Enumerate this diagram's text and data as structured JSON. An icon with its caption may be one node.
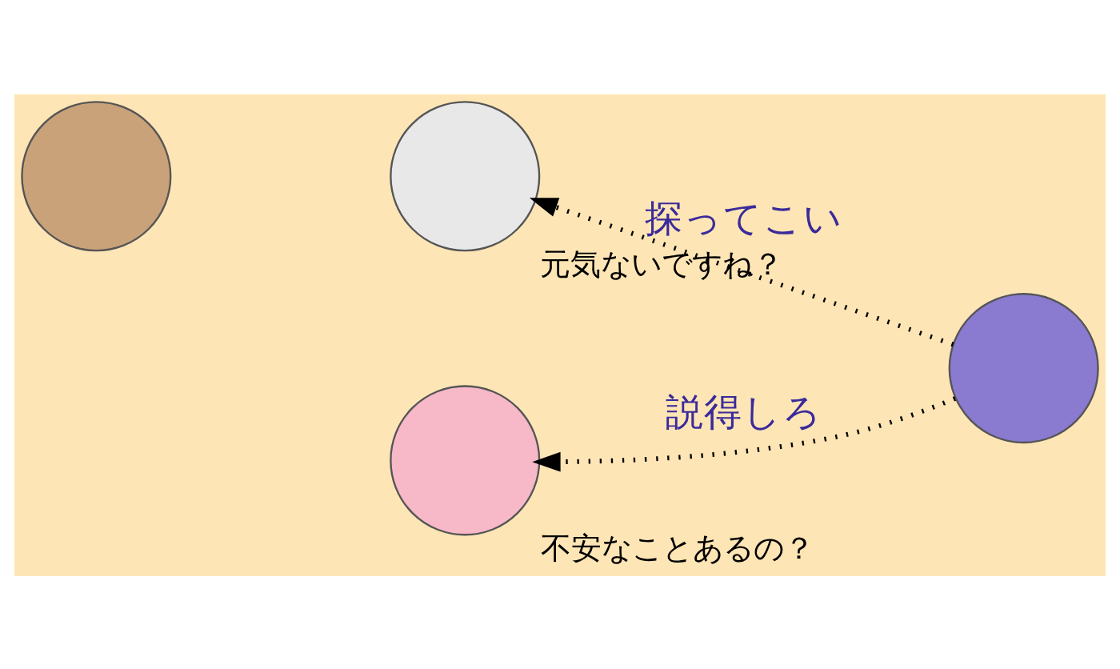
{
  "diagram": {
    "nodes": [
      {
        "text": [],
        "shape": "circle"
      },
      {
        "text": [],
        "shape": "circle",
        "beside": [
          "元気ないですね？"
        ]
      },
      {
        "text": [],
        "shape": "circle",
        "beside": [
          "不安なことあるの？"
        ]
      },
      {
        "text": [],
        "shape": "circle"
      }
    ],
    "edges": [
      {
        "from": 3,
        "to": 1,
        "arrow": "to",
        "style": "dashed",
        "label": "探ってこい"
      },
      {
        "from": 3,
        "to": 2,
        "arrow": "to",
        "style": "dashed",
        "label": "説得しろ"
      }
    ]
  }
}
